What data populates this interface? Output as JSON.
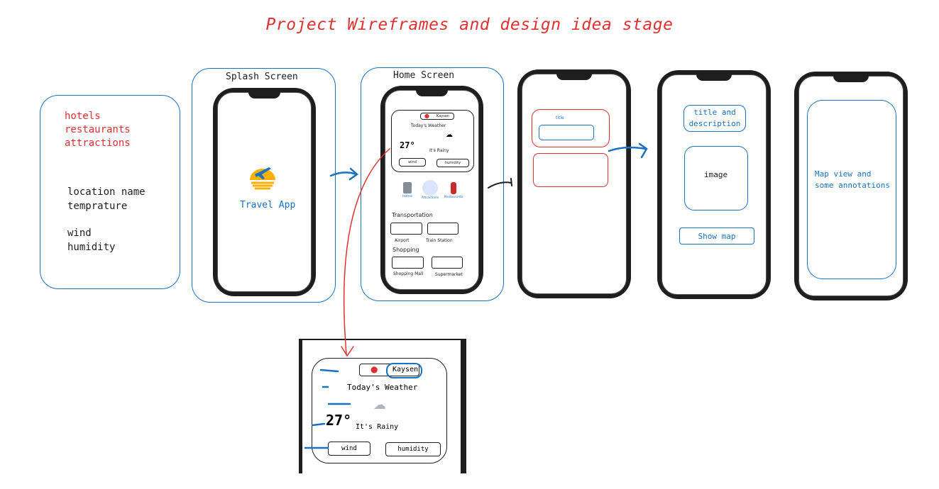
{
  "page_title": "Project Wireframes and design idea stage",
  "data_card": {
    "red_items": [
      "hotels",
      "restaurants",
      "attractions"
    ],
    "black_items_1": [
      "location name",
      "temprature"
    ],
    "black_items_2": [
      "wind",
      "humidity"
    ]
  },
  "splash": {
    "label": "Splash Screen",
    "app_name": "Travel App"
  },
  "home": {
    "label": "Home Screen",
    "location": "Kaysen",
    "weather_title": "Today's Weather",
    "temperature": "27°",
    "condition": "It's Rainy",
    "wind": "wind",
    "humidity": "humidity",
    "categories": [
      "Hotels",
      "Attractions",
      "Restaurants"
    ],
    "transport_heading": "Transportation",
    "transport_items": [
      "Airport",
      "Train Station"
    ],
    "shopping_heading": "Shopping",
    "shopping_items": [
      "Shopping Mall",
      "Supermarket"
    ]
  },
  "list_screen": {
    "item_title": "title"
  },
  "detail_screen": {
    "title_desc": "title and description",
    "image": "image",
    "map_button": "Show map"
  },
  "map_screen": {
    "text": "Map view and some annotations"
  },
  "zoom": {
    "location": "Kaysen",
    "weather_title": "Today's Weather",
    "temperature": "27°",
    "condition": "It's Rainy",
    "wind": "wind",
    "humidity": "humidity"
  },
  "colors": {
    "red": "#e03131",
    "blue": "#1971c2",
    "ink": "#1e1e1e"
  }
}
